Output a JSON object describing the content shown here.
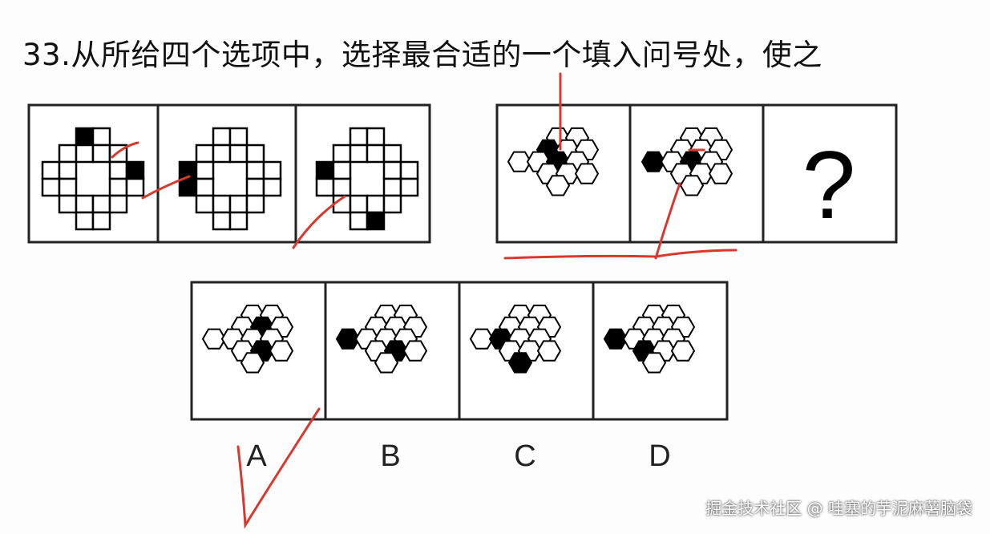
{
  "question": "33.从所给四个选项中，选择最合适的一个填入问号处，使之",
  "question_mark": "?",
  "option_labels": [
    "A",
    "B",
    "C",
    "D"
  ],
  "watermark": "掘金技术社区 @ 哇塞的芋泥麻薯脑袋",
  "colors": {
    "ink": "#000000",
    "annotation": "#d9382f"
  },
  "group1_filled": [
    [
      "top-left",
      "right-upper"
    ],
    [
      "left-upper",
      "left-lower"
    ],
    [
      "left-upper",
      "bottom-right"
    ]
  ],
  "group2_filled": [
    [
      "top-left",
      "center"
    ],
    [
      "left",
      "center"
    ]
  ],
  "options_filled": [
    [
      "upper-center",
      "center-right"
    ],
    [
      "left",
      "center-right"
    ],
    [
      "center-left",
      "bottom-right"
    ],
    [
      "left",
      "left-adjacent"
    ]
  ]
}
